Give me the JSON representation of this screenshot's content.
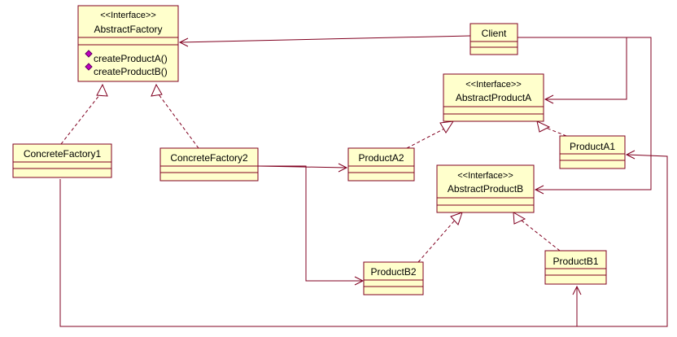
{
  "diagram": {
    "colors": {
      "box_fill": "#ffffcc",
      "box_border": "#800020",
      "line": "#800020",
      "text": "#000000",
      "operation_marker": "#c000c0"
    },
    "classes": {
      "abstract_factory": {
        "stereotype": "<<Interface>>",
        "name": "AbstractFactory",
        "operations": [
          "createProductA()",
          "createProductB()"
        ]
      },
      "client": {
        "name": "Client"
      },
      "abstract_product_a": {
        "stereotype": "<<Interface>>",
        "name": "AbstractProductA"
      },
      "abstract_product_b": {
        "stereotype": "<<Interface>>",
        "name": "AbstractProductB"
      },
      "concrete_factory1": {
        "name": "ConcreteFactory1"
      },
      "concrete_factory2": {
        "name": "ConcreteFactory2"
      },
      "product_a1": {
        "name": "ProductA1"
      },
      "product_a2": {
        "name": "ProductA2"
      },
      "product_b1": {
        "name": "ProductB1"
      },
      "product_b2": {
        "name": "ProductB2"
      }
    }
  }
}
